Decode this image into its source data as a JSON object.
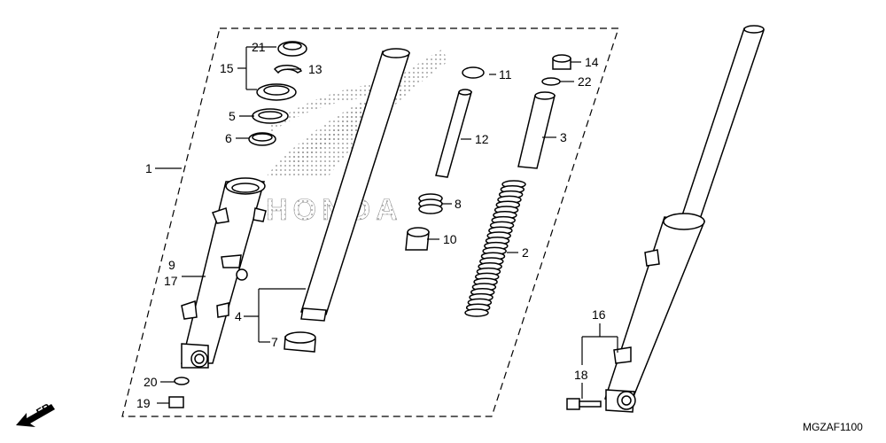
{
  "diagram_code": "MGZAF1100",
  "direction_label": "FR.",
  "watermark_text": "HONDA",
  "callouts": {
    "c1": "1",
    "c2": "2",
    "c3": "3",
    "c4": "4",
    "c5": "5",
    "c6": "6",
    "c7": "7",
    "c8": "8",
    "c9": "9",
    "c10": "10",
    "c11": "11",
    "c12": "12",
    "c13": "13",
    "c14": "14",
    "c15": "15",
    "c16": "16",
    "c17": "17",
    "c18": "18",
    "c19": "19",
    "c20": "20",
    "c21": "21",
    "c22": "22"
  }
}
